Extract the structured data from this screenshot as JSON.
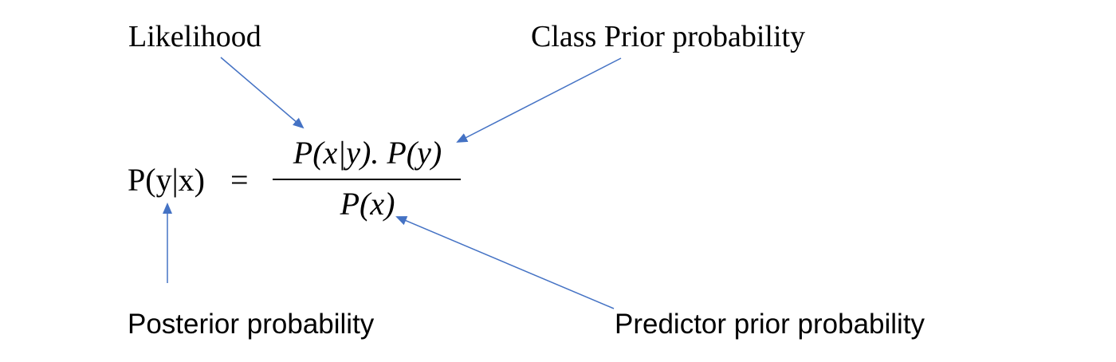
{
  "labels": {
    "likelihood": "Likelihood",
    "class_prior": "Class Prior probability",
    "posterior": "Posterior probability",
    "predictor_prior": "Predictor prior probability"
  },
  "formula": {
    "lhs": "P(y|x)",
    "equals": "=",
    "numerator": "P(x|y). P(y)",
    "denominator": "P(x)"
  },
  "colors": {
    "arrow": "#4472C4",
    "text": "#000000"
  }
}
